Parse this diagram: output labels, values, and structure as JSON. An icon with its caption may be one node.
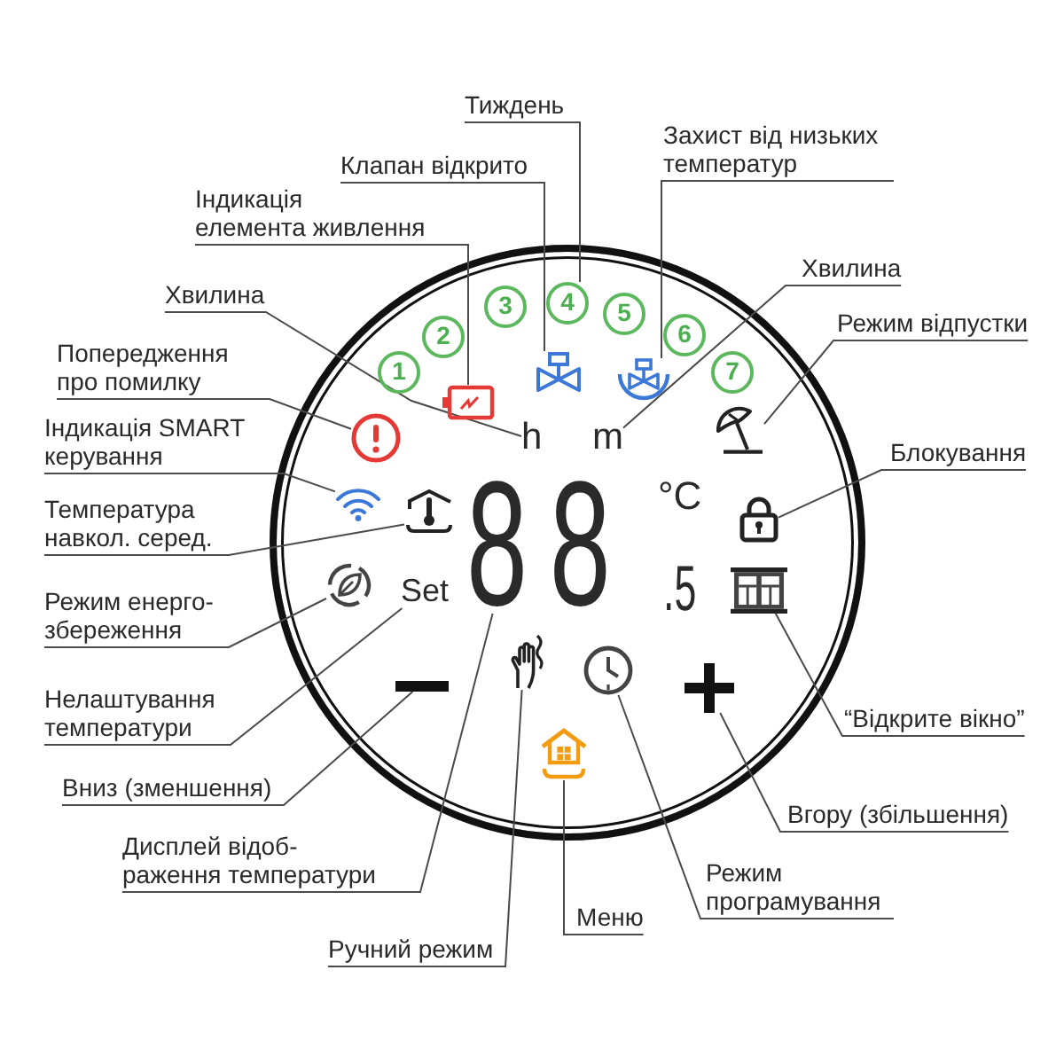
{
  "diagram": {
    "nodes": [
      {
        "text": [
          "Тиждень"
        ]
      },
      {
        "text": [
          "Клапан відкрито"
        ]
      },
      {
        "text": [
          "Захист від низьких температур"
        ]
      },
      {
        "text": [
          "Індикація елемента живлення"
        ]
      },
      {
        "text": [
          "Хвилина"
        ]
      },
      {
        "text": [
          "Хвилина"
        ]
      },
      {
        "text": [
          "Режим відпустки"
        ]
      },
      {
        "text": [
          "Попередження про помилку"
        ]
      },
      {
        "text": [
          "Індикація SMART керування"
        ]
      },
      {
        "text": [
          "Блокування"
        ]
      },
      {
        "text": [
          "Температура навкол. серед."
        ]
      },
      {
        "text": [
          "Режим енерго- збереження"
        ]
      },
      {
        "text": [
          "Нелаштування температури"
        ]
      },
      {
        "text": [
          "“Відкрите вікно”"
        ]
      },
      {
        "text": [
          "Вниз (зменшення)"
        ]
      },
      {
        "text": [
          "Вгору (збільшення)"
        ]
      },
      {
        "text": [
          "Дисплей відоб- раження температури"
        ]
      },
      {
        "text": [
          "Режим програмування"
        ]
      },
      {
        "text": [
          "Меню"
        ]
      },
      {
        "text": [
          "Ручний режим"
        ]
      },
      {
        "text": [],
        "shape": "circle"
      },
      {
        "text": [
          "1"
        ],
        "in": 20
      },
      {
        "text": [
          "2"
        ],
        "in": 20
      },
      {
        "text": [
          "3"
        ],
        "in": 20
      },
      {
        "text": [
          "4"
        ],
        "in": 20
      },
      {
        "text": [
          "5"
        ],
        "in": 20
      },
      {
        "text": [
          "6"
        ],
        "in": 20
      },
      {
        "text": [
          "7"
        ],
        "in": 20
      },
      {
        "text": [],
        "shape": "picture",
        "in": 20
      },
      {
        "text": [],
        "shape": "picture",
        "in": 20
      },
      {
        "text": [],
        "shape": "picture",
        "in": 20
      },
      {
        "text": [],
        "shape": "picture",
        "in": 20
      },
      {
        "text": [
          "h"
        ],
        "in": 20
      },
      {
        "text": [
          "m"
        ],
        "in": 20
      },
      {
        "text": [],
        "shape": "picture",
        "in": 20
      },
      {
        "text": [],
        "shape": "picture",
        "in": 20
      },
      {
        "text": [],
        "shape": "picture",
        "in": 20
      },
      {
        "text": [
          "88"
        ],
        "in": 20
      },
      {
        "text": [],
        "shape": "picture",
        "in": 20
      },
      {
        "text": [],
        "shape": "picture",
        "in": 20
      },
      {
        "text": [
          "Set"
        ],
        "in": 20
      },
      {
        "text": [],
        "shape": "picture",
        "in": 20
      },
      {
        "text": [],
        "shape": "bar",
        "in": 20
      },
      {
        "text": [],
        "shape": "picture",
        "in": 20
      },
      {
        "text": [],
        "shape": "picture",
        "in": 20
      },
      {
        "text": [],
        "shape": "picture",
        "in": 20
      },
      {
        "text": [],
        "shape": "picture",
        "in": 20
      }
    ],
    "edges": [
      {
        "from": 0,
        "to": 24,
        "arrow": "none"
      },
      {
        "from": 1,
        "to": 29,
        "arrow": "none"
      },
      {
        "from": 2,
        "to": 30,
        "arrow": "none"
      },
      {
        "from": 3,
        "to": 28,
        "arrow": "none"
      },
      {
        "from": 4,
        "to": 33,
        "arrow": "none"
      },
      {
        "from": 5,
        "to": 32,
        "arrow": "none"
      },
      {
        "from": 6,
        "to": 34,
        "arrow": "none"
      },
      {
        "from": 7,
        "to": 31,
        "arrow": "none"
      },
      {
        "from": 8,
        "to": 35,
        "arrow": "none"
      },
      {
        "from": 9,
        "to": 38,
        "arrow": "none"
      },
      {
        "from": 10,
        "to": 36,
        "arrow": "none"
      },
      {
        "from": 11,
        "to": 39,
        "arrow": "none"
      },
      {
        "from": 12,
        "to": 40,
        "arrow": "none"
      },
      {
        "from": 13,
        "to": 41,
        "arrow": "none"
      },
      {
        "from": 14,
        "to": 42,
        "arrow": "none"
      },
      {
        "from": 15,
        "to": 45,
        "arrow": "none"
      },
      {
        "from": 16,
        "to": 37,
        "arrow": "none"
      },
      {
        "from": 17,
        "to": 44,
        "arrow": "none"
      },
      {
        "from": 18,
        "to": 46,
        "arrow": "none"
      },
      {
        "from": 19,
        "to": 43,
        "arrow": "none"
      }
    ],
    "labels": [
      "°C",
      ".5"
    ]
  }
}
